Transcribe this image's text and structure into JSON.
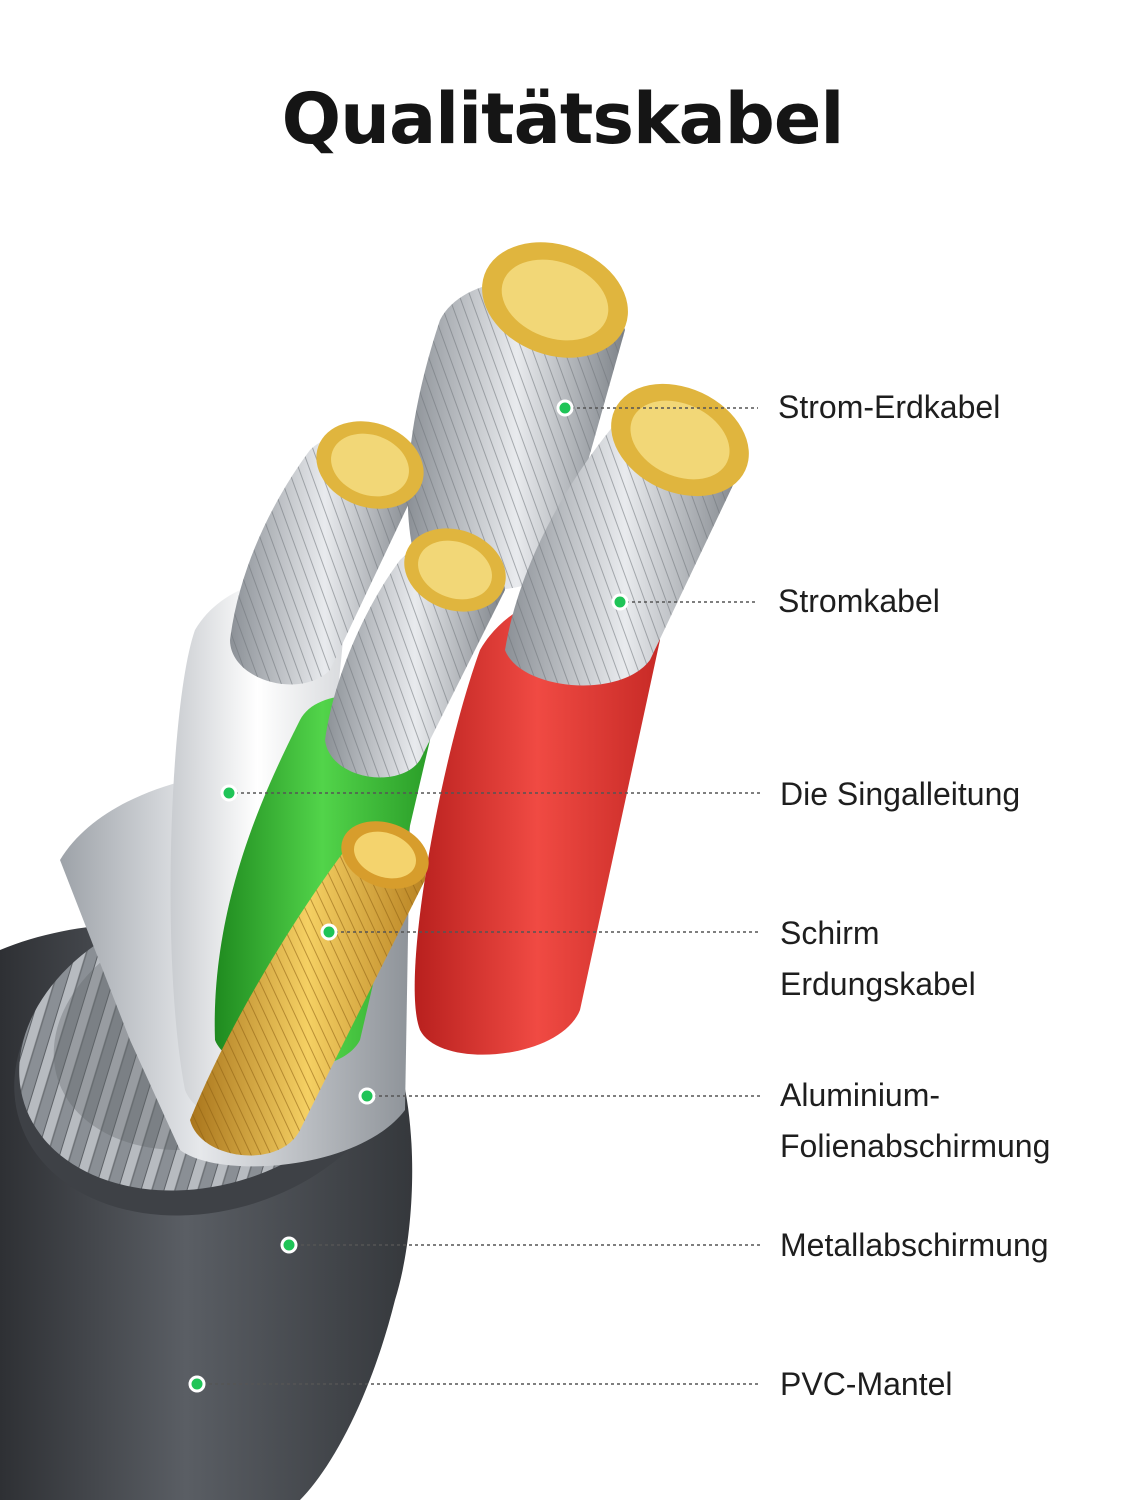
{
  "title": "Qualitätskabel",
  "colors": {
    "marker": "#1fc457",
    "leader_line": "#555555",
    "jacket": "#4a4d52",
    "conductor_red": "#e43a35",
    "conductor_green": "#33b92e",
    "conductor_white": "#ececec",
    "conductor_gold": "#d9a733",
    "strand_silver": "#c8ccd1"
  },
  "labels": [
    {
      "id": "strom-erdkabel",
      "lines": [
        "Strom-Erdkabel"
      ]
    },
    {
      "id": "stromkabel",
      "lines": [
        "Stromkabel"
      ]
    },
    {
      "id": "signalleitung",
      "lines": [
        "Die Singalleitung"
      ]
    },
    {
      "id": "schirm-erdungskabel",
      "lines": [
        "Schirm",
        "Erdungskabel"
      ]
    },
    {
      "id": "aluminium-folie",
      "lines": [
        "Aluminium-",
        "Folienabschirmung"
      ]
    },
    {
      "id": "metallabschirmung",
      "lines": [
        "Metallabschirmung"
      ]
    },
    {
      "id": "pvc-mantel",
      "lines": [
        "PVC-Mantel"
      ]
    }
  ]
}
